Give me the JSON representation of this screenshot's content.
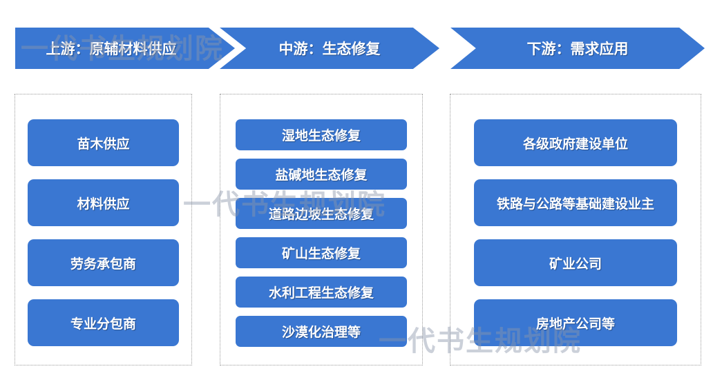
{
  "headers": [
    "上游：原辅材料供应",
    "中游：生态修复",
    "下游：需求应用"
  ],
  "upstream": [
    "苗木供应",
    "材料供应",
    "劳务承包商",
    "专业分包商"
  ],
  "midstream": [
    "湿地生态修复",
    "盐碱地生态修复",
    "道路边坡生态修复",
    "矿山生态修复",
    "水利工程生态修复",
    "沙漠化治理等"
  ],
  "downstream": [
    "各级政府建设单位",
    "铁路与公路等基础建设业主",
    "矿业公司",
    "房地产公司等"
  ],
  "watermark": "一代书生规划院",
  "colors": {
    "accent": "#3a77d2",
    "panel_border": "#9a9a9a"
  }
}
